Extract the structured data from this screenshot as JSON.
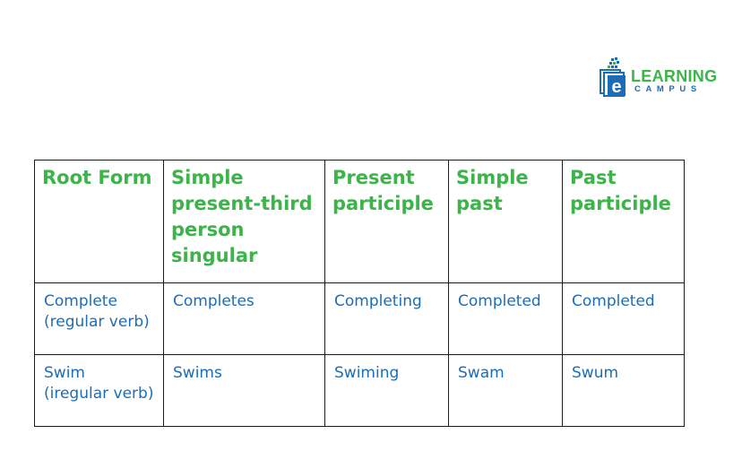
{
  "logo": {
    "learning": "LEARNING",
    "campus": "CAMPUS",
    "mark_letter": "e",
    "colors": {
      "green": "#3db44a",
      "blue": "#1c6db5"
    }
  },
  "table": {
    "headers": [
      "Root Form",
      "Simple present-third person singular",
      "Present participle",
      "Simple past",
      "Past participle"
    ],
    "rows": [
      {
        "root": {
          "word": "Complete",
          "note": "(regular verb)"
        },
        "third_person": "Completes",
        "present_participle": "Completing",
        "simple_past": "Completed",
        "past_participle": "Completed"
      },
      {
        "root": {
          "word": "Swim",
          "note": "(iregular verb)"
        },
        "third_person": "Swims",
        "present_participle": "Swiming",
        "simple_past": "Swam",
        "past_participle": "Swum"
      }
    ]
  },
  "colors": {
    "header_text": "#3db44a",
    "body_text": "#1c6db5",
    "border": "#1a1a1a"
  }
}
